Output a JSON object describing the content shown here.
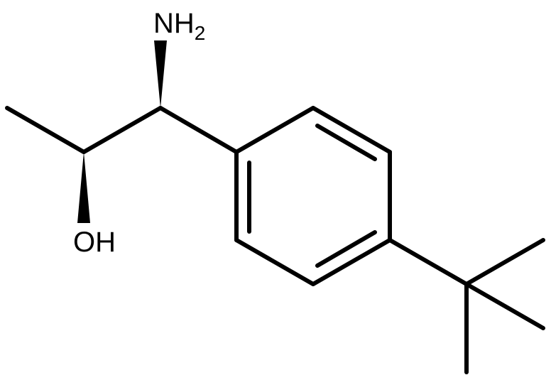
{
  "molecule": {
    "atoms": {
      "amine": {
        "label": "NH",
        "subscript": "2"
      },
      "hydroxyl": {
        "label": "OH"
      }
    },
    "stereo": {
      "amine_bond": "wedge",
      "hydroxyl_bond": "wedge"
    },
    "colors": {
      "bond": "#000000",
      "text": "#000000",
      "background": "#ffffff"
    }
  }
}
